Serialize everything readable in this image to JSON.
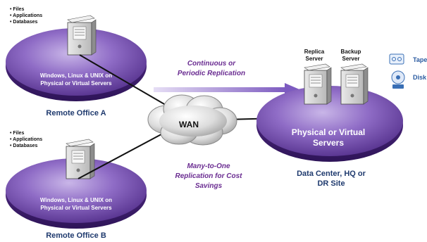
{
  "remote_office_a": {
    "bullets": [
      "• Files",
      "• Applications",
      "• Databases"
    ],
    "platform_line1": "Windows, Linux & UNIX on",
    "platform_line2": "Physical or Virtual Servers",
    "label": "Remote Office A"
  },
  "remote_office_b": {
    "bullets": [
      "• Files",
      "• Applications",
      "• Databases"
    ],
    "platform_line1": "Windows, Linux & UNIX on",
    "platform_line2": "Physical or Virtual Servers",
    "label": "Remote Office B"
  },
  "replication_top": {
    "line1": "Continuous or",
    "line2": "Periodic Replication"
  },
  "replication_bottom": {
    "line1": "Many-to-One",
    "line2": "Replication for Cost",
    "line3": "Savings"
  },
  "wan": {
    "label": "WAN"
  },
  "data_center": {
    "replica_line1": "Replica",
    "replica_line2": "Server",
    "backup_line1": "Backup",
    "backup_line2": "Server",
    "disc_line1": "Physical or Virtual",
    "disc_line2": "Servers",
    "label_line1": "Data Center, HQ or",
    "label_line2": "DR Site",
    "tape_label": "Tape",
    "disk_label": "Disk"
  },
  "colors": {
    "disc_purple": "#6b3fa0",
    "disc_light": "#c9b6e8",
    "label_navy": "#1f3a6e",
    "replication_text": "#6a2c91",
    "arrow_purple": "#8a6cc8"
  }
}
